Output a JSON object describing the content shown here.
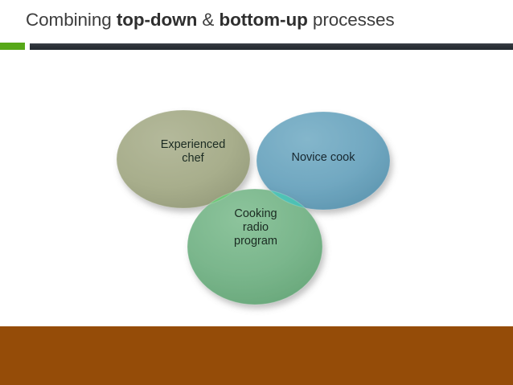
{
  "slide": {
    "title": {
      "segments": [
        {
          "text": "Combining ",
          "bold": false
        },
        {
          "text": "top-down",
          "bold": true
        },
        {
          "text": " & ",
          "bold": false
        },
        {
          "text": "bottom-up",
          "bold": true
        },
        {
          "text": " processes",
          "bold": false
        }
      ],
      "plain": "Combining top-down & bottom-up processes"
    },
    "accent_bar": {
      "green_color": "#57a818",
      "dark_color": "#2b3137"
    },
    "footer": {
      "color": "#954c08"
    }
  },
  "diagram": {
    "type": "venn",
    "circles": [
      {
        "id": "experienced-chef",
        "label": "Experienced\nchef",
        "color": "#a8ae8c",
        "position": "top-left"
      },
      {
        "id": "novice-cook",
        "label": "Novice cook",
        "color": "#71a8c1",
        "position": "top-right"
      },
      {
        "id": "cooking-radio-program",
        "label": "Cooking\nradio\nprogram",
        "color": "#7ab68c",
        "position": "bottom-center"
      }
    ],
    "overlaps": [
      {
        "id": "chef-radio-overlap",
        "between": [
          "experienced-chef",
          "cooking-radio-program"
        ],
        "color": "#63c36e"
      },
      {
        "id": "novice-radio-overlap",
        "between": [
          "novice-cook",
          "cooking-radio-program"
        ],
        "color": "#45c0b4"
      }
    ]
  }
}
